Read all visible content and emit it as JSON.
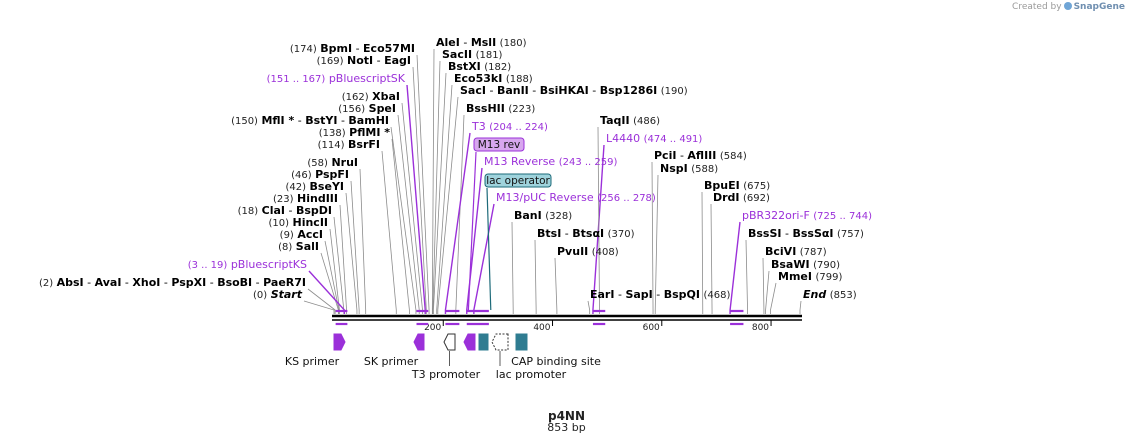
{
  "watermark": {
    "prefix": "Created by",
    "brand": "SnapGene"
  },
  "plasmid": {
    "name": "p4NN",
    "length_label": "853 bp"
  },
  "axis": {
    "min_bp": 0,
    "max_bp": 853,
    "ticks": [
      {
        "bp": 200,
        "label": "200"
      },
      {
        "bp": 400,
        "label": "400"
      },
      {
        "bp": 600,
        "label": "600"
      },
      {
        "bp": 800,
        "label": "800"
      }
    ]
  },
  "sites": [
    {
      "bp": 0,
      "left": [
        {
          "t": "(0)",
          "k": "num"
        },
        {
          "t": " "
        },
        {
          "t": "Start",
          "k": "it"
        }
      ],
      "right": []
    },
    {
      "bp": 2,
      "left": [
        {
          "t": "(2)",
          "k": "num"
        },
        {
          "t": "  "
        },
        {
          "t": "AbsI",
          "k": "b"
        },
        {
          "t": "  - "
        },
        {
          "t": "AvaI",
          "k": "b"
        },
        {
          "t": "  - "
        },
        {
          "t": "XhoI",
          "k": "b"
        },
        {
          "t": "  - "
        },
        {
          "t": "PspXI",
          "k": "b"
        },
        {
          "t": "  - "
        },
        {
          "t": "BsoBI",
          "k": "b"
        },
        {
          "t": "  - "
        },
        {
          "t": "PaeR7I",
          "k": "b"
        }
      ],
      "right": []
    },
    {
      "bp": 8,
      "left": [
        {
          "t": "(8)",
          "k": "num"
        },
        {
          "t": "  "
        },
        {
          "t": "SalI",
          "k": "b"
        }
      ],
      "right": []
    },
    {
      "bp": 9,
      "left": [
        {
          "t": "(9)",
          "k": "num"
        },
        {
          "t": "  "
        },
        {
          "t": "AccI",
          "k": "b"
        }
      ],
      "right": []
    },
    {
      "bp": 10,
      "left": [
        {
          "t": "(10)",
          "k": "num"
        },
        {
          "t": "  "
        },
        {
          "t": "HincII",
          "k": "b"
        }
      ],
      "right": []
    },
    {
      "bp": 18,
      "left": [
        {
          "t": "(18)",
          "k": "num"
        },
        {
          "t": "  "
        },
        {
          "t": "ClaI",
          "k": "b"
        },
        {
          "t": "  - "
        },
        {
          "t": "BspDI",
          "k": "b"
        }
      ],
      "right": []
    },
    {
      "bp": 23,
      "left": [
        {
          "t": "(23)",
          "k": "num"
        },
        {
          "t": "  "
        },
        {
          "t": "HindIII",
          "k": "b"
        }
      ],
      "right": []
    },
    {
      "bp": 42,
      "left": [
        {
          "t": "(42)",
          "k": "num"
        },
        {
          "t": "  "
        },
        {
          "t": "BseYI",
          "k": "b"
        }
      ],
      "right": []
    },
    {
      "bp": 46,
      "left": [
        {
          "t": "(46)",
          "k": "num"
        },
        {
          "t": "  "
        },
        {
          "t": "PspFI",
          "k": "b"
        }
      ],
      "right": []
    },
    {
      "bp": 58,
      "left": [
        {
          "t": "(58)",
          "k": "num"
        },
        {
          "t": "  "
        },
        {
          "t": "NruI",
          "k": "b"
        }
      ],
      "right": []
    },
    {
      "bp": 114,
      "left": [
        {
          "t": "(114)",
          "k": "num"
        },
        {
          "t": "  "
        },
        {
          "t": "BsrFI",
          "k": "b"
        }
      ],
      "right": []
    },
    {
      "bp": 138,
      "left": [
        {
          "t": "(138)",
          "k": "num"
        },
        {
          "t": "  "
        },
        {
          "t": "PflMI *",
          "k": "b"
        }
      ],
      "right": []
    },
    {
      "bp": 150,
      "left": [
        {
          "t": "(150)",
          "k": "num"
        },
        {
          "t": "  "
        },
        {
          "t": "MflI *",
          "k": "b"
        },
        {
          "t": "  - "
        },
        {
          "t": "BstYI",
          "k": "b"
        },
        {
          "t": "  - "
        },
        {
          "t": "BamHI",
          "k": "b"
        }
      ],
      "right": []
    },
    {
      "bp": 156,
      "left": [
        {
          "t": "(156)",
          "k": "num"
        },
        {
          "t": "  "
        },
        {
          "t": "SpeI",
          "k": "b"
        }
      ],
      "right": []
    },
    {
      "bp": 162,
      "left": [
        {
          "t": "(162)",
          "k": "num"
        },
        {
          "t": "  "
        },
        {
          "t": "XbaI",
          "k": "b"
        }
      ],
      "right": []
    },
    {
      "bp": 167,
      "left": [
        {
          "t": "(151 .. 167)",
          "k": "pnum"
        },
        {
          "t": "  "
        },
        {
          "t": "pBluescriptSK",
          "k": "p"
        }
      ],
      "right": []
    },
    {
      "bp": 169,
      "left": [
        {
          "t": "(169)",
          "k": "num"
        },
        {
          "t": "  "
        },
        {
          "t": "NotI",
          "k": "b"
        },
        {
          "t": "  - "
        },
        {
          "t": "EagI",
          "k": "b"
        }
      ],
      "right": []
    },
    {
      "bp": 174,
      "left": [
        {
          "t": "(174)",
          "k": "num"
        },
        {
          "t": "  "
        },
        {
          "t": "BpmI",
          "k": "b"
        },
        {
          "t": "  - "
        },
        {
          "t": "Eco57MI",
          "k": "b"
        }
      ],
      "right": []
    },
    {
      "bp": 180,
      "left": [],
      "right": [
        {
          "t": "AleI",
          "k": "b"
        },
        {
          "t": "  - "
        },
        {
          "t": "MslI",
          "k": "b"
        },
        {
          "t": "   "
        },
        {
          "t": "(180)",
          "k": "num"
        }
      ]
    },
    {
      "bp": 181,
      "left": [],
      "right": [
        {
          "t": "SacII",
          "k": "b"
        },
        {
          "t": "   "
        },
        {
          "t": "(181)",
          "k": "num"
        }
      ]
    },
    {
      "bp": 182,
      "left": [],
      "right": [
        {
          "t": "BstXI",
          "k": "b"
        },
        {
          "t": "   "
        },
        {
          "t": "(182)",
          "k": "num"
        }
      ]
    },
    {
      "bp": 188,
      "left": [],
      "right": [
        {
          "t": "Eco53kI",
          "k": "b"
        },
        {
          "t": "   "
        },
        {
          "t": "(188)",
          "k": "num"
        }
      ]
    },
    {
      "bp": 190,
      "left": [],
      "right": [
        {
          "t": "SacI",
          "k": "b"
        },
        {
          "t": "  - "
        },
        {
          "t": "BanII",
          "k": "b"
        },
        {
          "t": "  - "
        },
        {
          "t": "BsiHKAI",
          "k": "b"
        },
        {
          "t": "  - "
        },
        {
          "t": "Bsp1286I",
          "k": "b"
        },
        {
          "t": "    "
        },
        {
          "t": "(190)",
          "k": "num"
        }
      ]
    },
    {
      "bp": 223,
      "left": [],
      "right": [
        {
          "t": "BssHII",
          "k": "b"
        },
        {
          "t": "     "
        },
        {
          "t": "(223)",
          "k": "num"
        }
      ]
    },
    {
      "bp": 204,
      "left": [],
      "right": [
        {
          "t": "T3",
          "k": "p"
        },
        {
          "t": "    "
        },
        {
          "t": "(204 .. 224)",
          "k": "pnum"
        }
      ]
    },
    {
      "bp": 243,
      "left": [],
      "right": [
        {
          "t": "M13 Reverse",
          "k": "p"
        },
        {
          "t": "    "
        },
        {
          "t": "(243 .. 259)",
          "k": "pnum"
        }
      ]
    },
    {
      "bp": 256,
      "left": [],
      "right": [
        {
          "t": "M13/pUC Reverse",
          "k": "p"
        },
        {
          "t": "    "
        },
        {
          "t": "(256 .. 278)",
          "k": "pnum"
        }
      ]
    },
    {
      "bp": 328,
      "left": [],
      "right": [
        {
          "t": "BanI",
          "k": "b"
        },
        {
          "t": "    "
        },
        {
          "t": "(328)",
          "k": "num"
        }
      ]
    },
    {
      "bp": 370,
      "left": [],
      "right": [
        {
          "t": "BtsI",
          "k": "b"
        },
        {
          "t": "  - "
        },
        {
          "t": "BtsαI",
          "k": "b"
        },
        {
          "t": "    "
        },
        {
          "t": "(370)",
          "k": "num"
        }
      ]
    },
    {
      "bp": 408,
      "left": [],
      "right": [
        {
          "t": "PvuII",
          "k": "b"
        },
        {
          "t": "    "
        },
        {
          "t": "(408)",
          "k": "num"
        }
      ]
    },
    {
      "bp": 468,
      "left": [],
      "right": [
        {
          "t": "EarI",
          "k": "b"
        },
        {
          "t": "  - "
        },
        {
          "t": "SapI",
          "k": "b"
        },
        {
          "t": "  - "
        },
        {
          "t": "BspQI",
          "k": "b"
        },
        {
          "t": "    "
        },
        {
          "t": "(468)",
          "k": "num"
        }
      ]
    },
    {
      "bp": 474,
      "left": [],
      "right": [
        {
          "t": "L4440",
          "k": "p"
        },
        {
          "t": "    "
        },
        {
          "t": "(474 .. 491)",
          "k": "pnum"
        }
      ]
    },
    {
      "bp": 486,
      "left": [],
      "right": [
        {
          "t": "TaqII",
          "k": "b"
        },
        {
          "t": "    "
        },
        {
          "t": "(486)",
          "k": "num"
        }
      ]
    },
    {
      "bp": 584,
      "left": [],
      "right": [
        {
          "t": "PciI",
          "k": "b"
        },
        {
          "t": "  - "
        },
        {
          "t": "AflIII",
          "k": "b"
        },
        {
          "t": "    "
        },
        {
          "t": "(584)",
          "k": "num"
        }
      ]
    },
    {
      "bp": 588,
      "left": [],
      "right": [
        {
          "t": "NspI",
          "k": "b"
        },
        {
          "t": "    "
        },
        {
          "t": "(588)",
          "k": "num"
        }
      ]
    },
    {
      "bp": 675,
      "left": [],
      "right": [
        {
          "t": "BpuEI",
          "k": "b"
        },
        {
          "t": "    "
        },
        {
          "t": "(675)",
          "k": "num"
        }
      ]
    },
    {
      "bp": 692,
      "left": [],
      "right": [
        {
          "t": "DrdI",
          "k": "b"
        },
        {
          "t": "    "
        },
        {
          "t": "(692)",
          "k": "num"
        }
      ]
    },
    {
      "bp": 725,
      "left": [],
      "right": [
        {
          "t": "pBR322ori-F",
          "k": "p"
        },
        {
          "t": "    "
        },
        {
          "t": "(725 .. 744)",
          "k": "pnum"
        }
      ]
    },
    {
      "bp": 757,
      "left": [],
      "right": [
        {
          "t": "BssSI",
          "k": "b"
        },
        {
          "t": "  - "
        },
        {
          "t": "BssSαI",
          "k": "b"
        },
        {
          "t": "    "
        },
        {
          "t": "(757)",
          "k": "num"
        }
      ]
    },
    {
      "bp": 787,
      "left": [],
      "right": [
        {
          "t": "BciVI",
          "k": "b"
        },
        {
          "t": "    "
        },
        {
          "t": "(787)",
          "k": "num"
        }
      ]
    },
    {
      "bp": 790,
      "left": [],
      "right": [
        {
          "t": "BsaWI",
          "k": "b"
        },
        {
          "t": "    "
        },
        {
          "t": "(790)",
          "k": "num"
        }
      ]
    },
    {
      "bp": 799,
      "left": [],
      "right": [
        {
          "t": "MmeI",
          "k": "b"
        },
        {
          "t": "    "
        },
        {
          "t": "(799)",
          "k": "num"
        }
      ]
    },
    {
      "bp": 853,
      "left": [],
      "right": [
        {
          "t": "End",
          "k": "it"
        },
        {
          "t": "    "
        },
        {
          "t": "(853)",
          "k": "num"
        }
      ]
    },
    {
      "bp": 19,
      "left": [
        {
          "t": "(3 .. 19)",
          "k": "pnum"
        },
        {
          "t": "  "
        },
        {
          "t": "pBluescriptKS",
          "k": "p"
        }
      ],
      "right": []
    }
  ],
  "boxed_labels": [
    {
      "text": "M13 rev",
      "bp": 246,
      "kind": "primer",
      "fill": "#d7a7ee",
      "stroke": "#9b30d9"
    },
    {
      "text": "lac operator",
      "bp": 287,
      "kind": "feature",
      "fill": "#9fd3dc",
      "stroke": "#1e6b7a"
    }
  ],
  "features": [
    {
      "name": "KS primer",
      "start": 3,
      "end": 19,
      "shape": "arrow-right",
      "color": "#9b30d9",
      "label": "KS primer",
      "label_row": 1
    },
    {
      "name": "SK primer",
      "start": 151,
      "end": 167,
      "shape": "arrow-left",
      "color": "#9b30d9",
      "label": "SK primer",
      "label_row": 1
    },
    {
      "name": "T3 promoter",
      "start": 204,
      "end": 224,
      "shape": "arrow-left-outline",
      "color": "#ffffff",
      "label": "T3 promoter",
      "label_row": 2
    },
    {
      "name": "M13 rev",
      "start": 243,
      "end": 259,
      "shape": "arrow-left",
      "color": "#9b30d9",
      "label": "",
      "label_row": 0
    },
    {
      "name": "lac operator",
      "start": 265,
      "end": 281,
      "shape": "box",
      "color": "#2f7c91",
      "label": "",
      "label_row": 0
    },
    {
      "name": "lac promoter",
      "start": 289,
      "end": 319,
      "shape": "arrow-left-dotted",
      "color": "#ffffff",
      "label": "lac promoter",
      "label_row": 2
    },
    {
      "name": "CAP binding site",
      "start": 334,
      "end": 355,
      "shape": "box",
      "color": "#2f7c91",
      "label": "CAP binding site",
      "label_row": 1
    }
  ],
  "primer_marks": [
    {
      "start": 3,
      "end": 19
    },
    {
      "start": 151,
      "end": 167
    },
    {
      "start": 204,
      "end": 224
    },
    {
      "start": 243,
      "end": 278
    },
    {
      "start": 474,
      "end": 491
    },
    {
      "start": 725,
      "end": 744
    }
  ],
  "colors": {
    "enzyme": "#000000",
    "primer": "#9b30d9",
    "number": "#222222",
    "line": "#8c8c8c",
    "backbone": "#000000"
  }
}
